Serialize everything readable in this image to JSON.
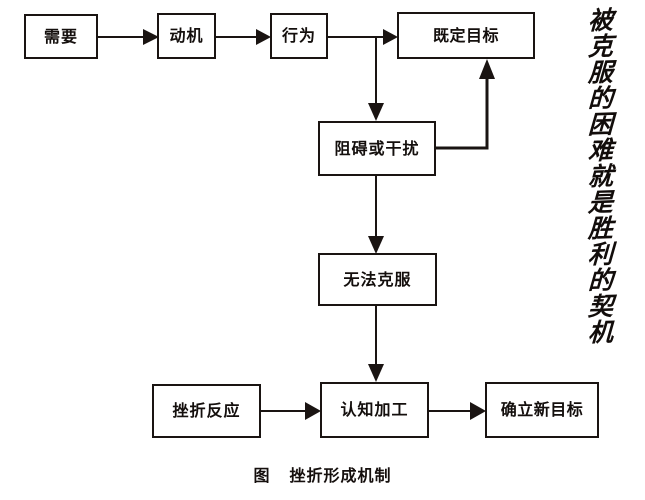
{
  "figure": {
    "caption_prefix": "图",
    "caption_title": "挫折形成机制"
  },
  "nodes": [
    {
      "id": "need",
      "label": "需要"
    },
    {
      "id": "motive",
      "label": "动机"
    },
    {
      "id": "behavior",
      "label": "行为"
    },
    {
      "id": "goal",
      "label": "既定目标"
    },
    {
      "id": "obstacle",
      "label": "阻碍或干扰"
    },
    {
      "id": "unovercome",
      "label": "无法克服"
    },
    {
      "id": "frustration",
      "label": "挫折反应"
    },
    {
      "id": "cognition",
      "label": "认知加工"
    },
    {
      "id": "newgoal",
      "label": "确立新目标"
    }
  ],
  "vertical_quote": {
    "text": "被克服的困难就是胜利的契机",
    "chars": [
      "被",
      "克",
      "服",
      "的",
      "困",
      "难",
      "就",
      "是",
      "胜",
      "利",
      "的",
      "契",
      "机"
    ]
  },
  "edges": [
    {
      "id": "need-to-motive",
      "from": "need",
      "to": "motive",
      "style": "arrow"
    },
    {
      "id": "motive-to-behavior",
      "from": "motive",
      "to": "behavior",
      "style": "arrow"
    },
    {
      "id": "behavior-to-goal",
      "from": "behavior",
      "to": "goal",
      "style": "arrow"
    },
    {
      "id": "behavior-to-obstacle",
      "from": "behavior",
      "to": "obstacle",
      "style": "arrow-elbow"
    },
    {
      "id": "obstacle-to-goal",
      "from": "obstacle",
      "to": "goal",
      "style": "arrow-elbow"
    },
    {
      "id": "obstacle-to-unovercome",
      "from": "obstacle",
      "to": "unovercome",
      "style": "arrow"
    },
    {
      "id": "unovercome-to-cognition",
      "from": "unovercome",
      "to": "cognition",
      "style": "arrow"
    },
    {
      "id": "frustration-to-cognition",
      "from": "frustration",
      "to": "cognition",
      "style": "arrow"
    },
    {
      "id": "cognition-to-newgoal",
      "from": "cognition",
      "to": "newgoal",
      "style": "arrow"
    }
  ],
  "colors": {
    "ink": "#1a1412",
    "background": "#ffffff"
  }
}
